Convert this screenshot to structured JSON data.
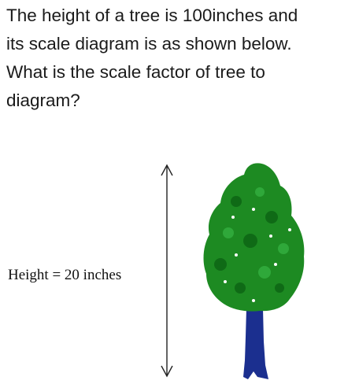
{
  "question": {
    "lines": [
      "The height of a tree is 100inches and",
      "its scale diagram is as shown below.",
      "What is the scale factor of tree to",
      "diagram?"
    ]
  },
  "diagram": {
    "height_label": "Height = 20 inches",
    "icons": {
      "arrow": "double-headed-vertical-arrow-icon",
      "tree": "tree-icon"
    },
    "colors": {
      "foliage": "#1d8a22",
      "foliage_dark": "#0f6a16",
      "trunk": "#1b2f8f",
      "text": "#1b1b1b"
    }
  }
}
